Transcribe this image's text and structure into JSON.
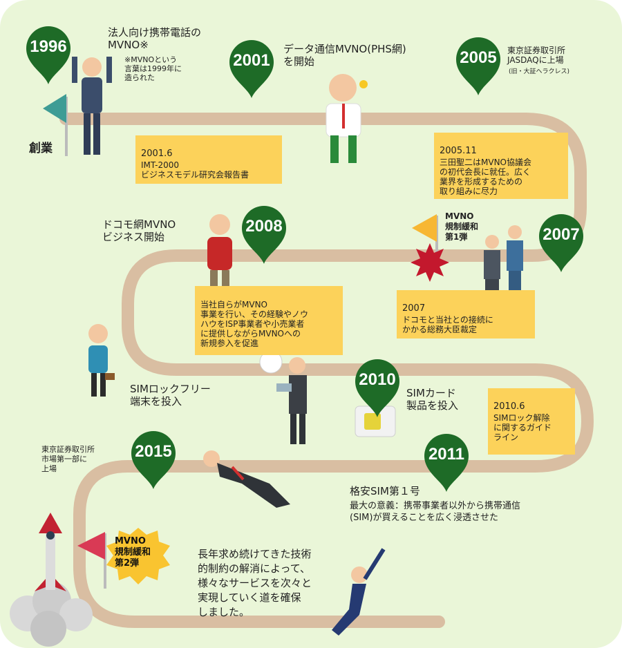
{
  "colors": {
    "background": "#eaf6d8",
    "road": "#d9bea2",
    "pin": "#1e6b27",
    "note": "#fcd25a",
    "flag_teal": "#3e9c95",
    "flag_red": "#d93a55",
    "star": "#f9c430"
  },
  "milestones": [
    {
      "year": "1996",
      "title": "法人向け携帯電話の\nMVNO※",
      "note": "※MVNOという\n言葉は1999年に\n造られた"
    },
    {
      "year": "2001",
      "title": "データ通信MVNO(PHS網)\nを開始"
    },
    {
      "year": "2005",
      "title": "東京証券取引所\nJASDAQに上場",
      "note": "(旧・大証ヘラクレス)"
    },
    {
      "year": "2007",
      "badge": "MVNO\n規制緩和\n第1弾"
    },
    {
      "year": "2008",
      "title": "ドコモ網MVNO\nビジネス開始"
    },
    {
      "year": "2010",
      "title": "SIMカード\n製品を投入"
    },
    {
      "year": "2011",
      "title": "格安SIM第１号",
      "detail": "最大の意義：携帯事業者以外から携帯通信\n(SIM)が買えることを広く浸透させた"
    },
    {
      "year": "2015",
      "title": "東京証券取引所\n市場第一部に\n上場",
      "badge": "MVNO\n規制緩和\n第2弾"
    }
  ],
  "founding_label": "創業",
  "notes": [
    {
      "date": "2001.6",
      "text": "IMT-2000\nビジネスモデル研究会報告書"
    },
    {
      "date": "2005.11",
      "text": "三田聖二はMVNO協議会\nの初代会長に就任。広く\n業界を形成するための\n取り組みに尽力"
    },
    {
      "date": "2007",
      "text": "ドコモと当社との接続に\nかかる総務大臣裁定"
    },
    {
      "date": "",
      "text": "当社自らがMVNO\n事業を行い、その経験やノウ\nハウをISP事業者や小売業者\nに提供しながらMVNOへの\n新規参入を促進"
    },
    {
      "date": "2010.6",
      "text": "SIMロック解除\nに関するガイド\nライン"
    }
  ],
  "sim_lock_free": "SIMロックフリー\n端末を投入",
  "closing": "長年求め続けてきた技術\n的制約の解消によって、\n様々なサービスを次々と\n実現していく道を確保\nしました。"
}
